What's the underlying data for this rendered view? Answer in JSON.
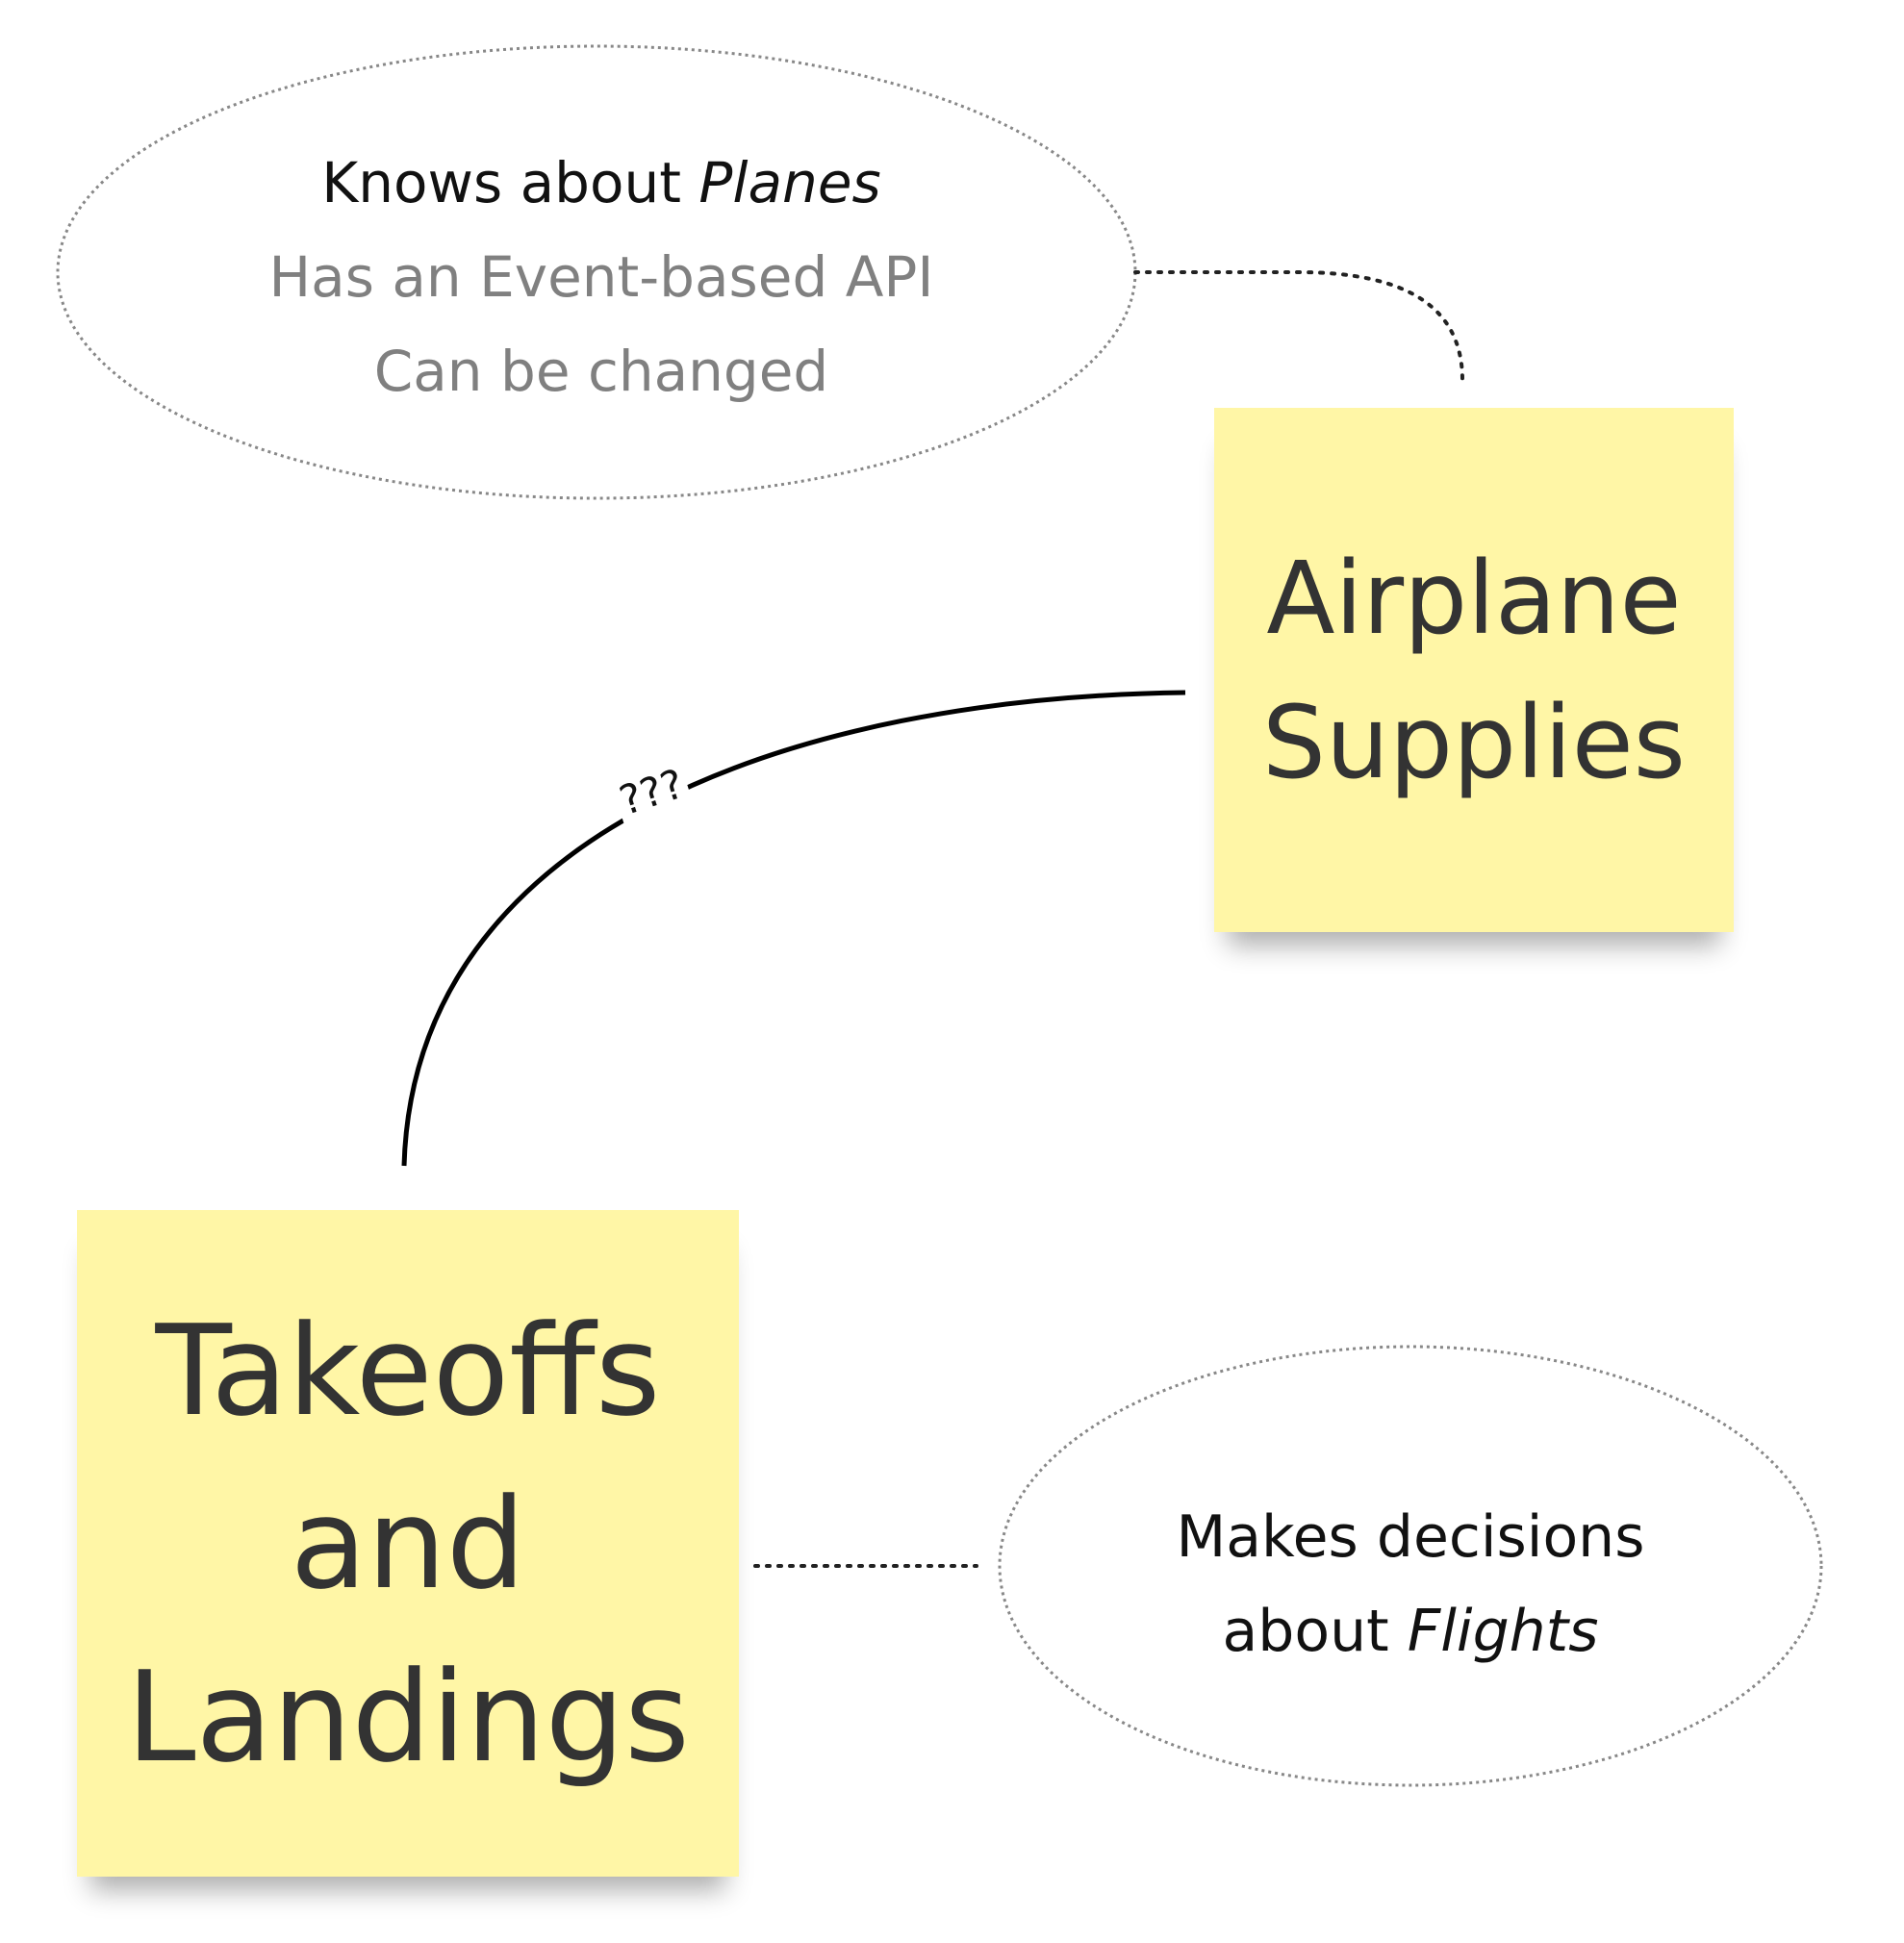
{
  "sticky_notes": {
    "airplane_supplies": {
      "line1": "Airplane",
      "line2": "Supplies"
    },
    "takeoffs_and_landings": {
      "line1": "Takeoffs",
      "line2": "and",
      "line3": "Landings"
    }
  },
  "bubbles": {
    "planes": {
      "line1_prefix": "Knows about ",
      "line1_emphasis": "Planes",
      "line2": "Has an Event-based API",
      "line3": "Can be changed"
    },
    "flights": {
      "line1": "Makes decisions",
      "line2_prefix": "about ",
      "line2_emphasis": "Flights"
    }
  },
  "connector": {
    "label": "???"
  },
  "colors": {
    "sticky_fill": "#fff6a6",
    "sticky_text": "#333333",
    "bubble_border": "#888888",
    "muted_text": "#808080",
    "connector": "#000000"
  }
}
